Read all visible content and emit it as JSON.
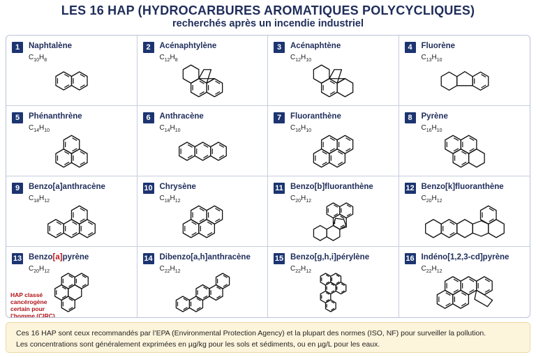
{
  "header": {
    "title": "LES 16 HAP (HYDROCARBURES AROMATIQUES POLYCYCLIQUES)",
    "subtitle": "recherchés après un incendie industriel"
  },
  "compounds": [
    {
      "num": "1",
      "name": "Naphtalène",
      "c": "10",
      "h": "8"
    },
    {
      "num": "2",
      "name": "Acénaphtylène",
      "c": "12",
      "h": "8"
    },
    {
      "num": "3",
      "name": "Acénaphtène",
      "c": "12",
      "h": "10"
    },
    {
      "num": "4",
      "name": "Fluorène",
      "c": "13",
      "h": "10"
    },
    {
      "num": "5",
      "name": "Phénanthrène",
      "c": "14",
      "h": "10"
    },
    {
      "num": "6",
      "name": "Anthracène",
      "c": "14",
      "h": "10"
    },
    {
      "num": "7",
      "name": "Fluoranthène",
      "c": "16",
      "h": "10"
    },
    {
      "num": "8",
      "name": "Pyrène",
      "c": "16",
      "h": "10"
    },
    {
      "num": "9",
      "name": "Benzo[a]anthracène",
      "c": "18",
      "h": "12"
    },
    {
      "num": "10",
      "name": "Chrysène",
      "c": "18",
      "h": "12"
    },
    {
      "num": "11",
      "name": "Benzo[b]fluoranthène",
      "c": "20",
      "h": "12"
    },
    {
      "num": "12",
      "name": "Benzo[k]fluoranthène",
      "c": "20",
      "h": "12"
    },
    {
      "num": "13",
      "name_pre": "Benzo",
      "name_hl": "[a]",
      "name_post": "pyrène",
      "c": "20",
      "h": "12"
    },
    {
      "num": "14",
      "name": "Dibenzo[a,h]anthracène",
      "c": "22",
      "h": "12"
    },
    {
      "num": "15",
      "name": "Benzo[g,h,i]pérylène",
      "c": "22",
      "h": "12"
    },
    {
      "num": "16",
      "name": "Indéno[1,2,3-cd]pyrène",
      "c": "22",
      "h": "12"
    }
  ],
  "warning": "HAP classé cancérogène certain pour l’homme (CIRC)",
  "footer": {
    "line1": "Ces 16 HAP sont ceux recommandés par l’EPA (Environmental Protection Agency) et la plupart des normes (ISO, NF) pour surveiller la pollution.",
    "line2": "Les concentrations sont généralement exprimées en µg/kg pour les sols et sédiments, ou en µg/L pour les eaux."
  },
  "colors": {
    "title": "#1f2d5a",
    "badge": "#1c3470",
    "warning": "#b01116",
    "note_bg": "#fdf4dc"
  }
}
